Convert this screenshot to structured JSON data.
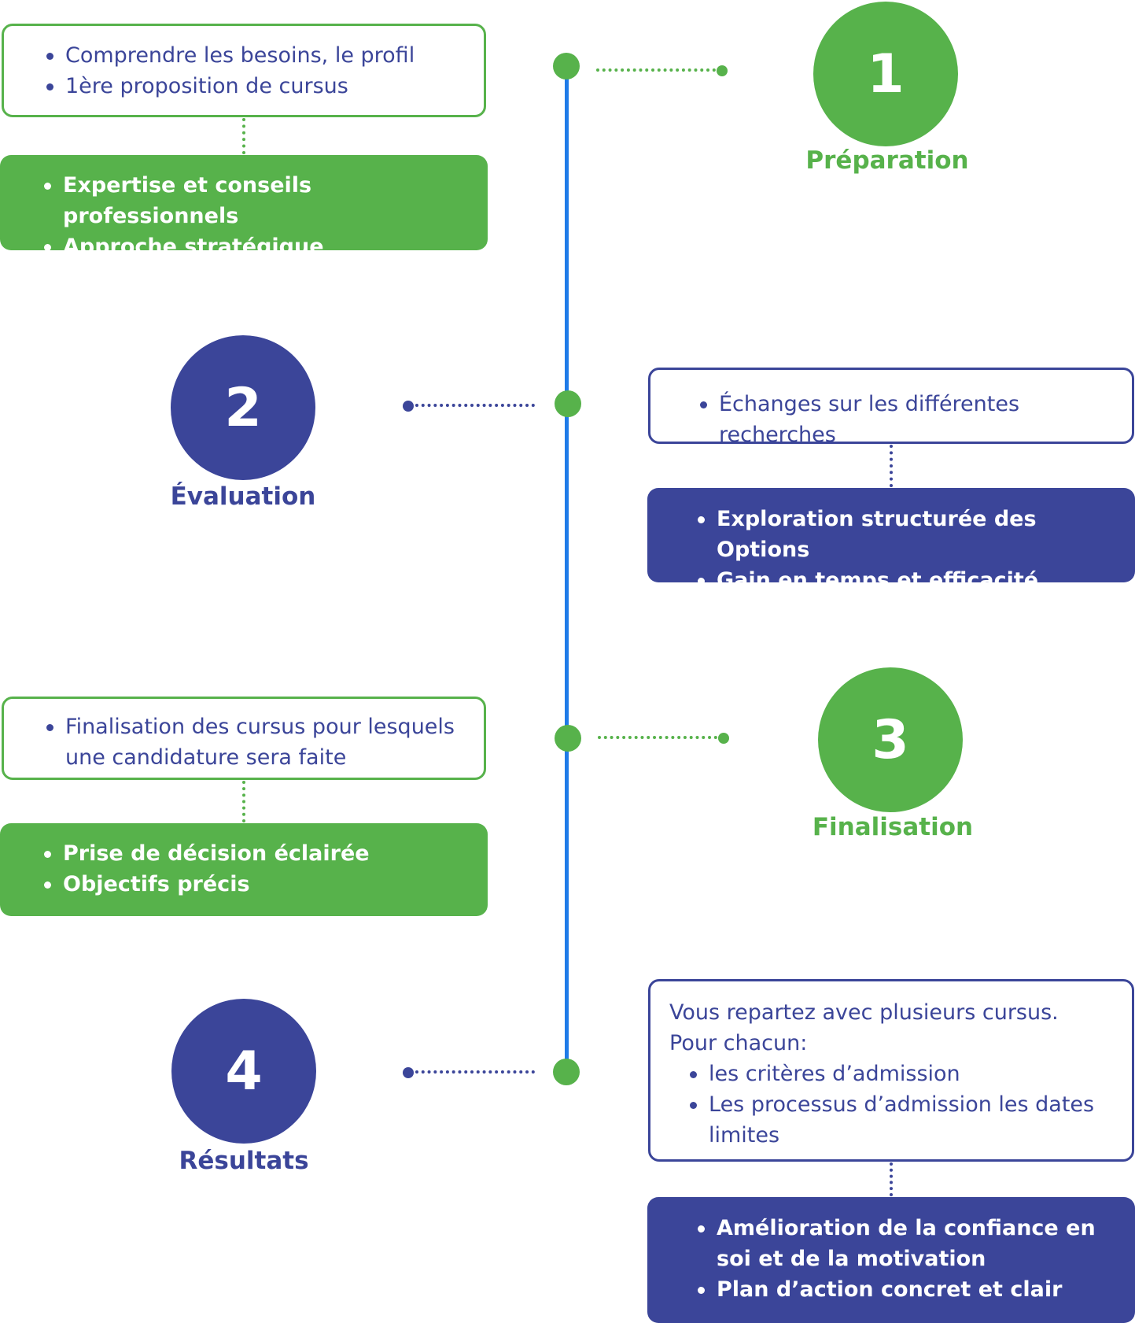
{
  "colors": {
    "green": "#57b24b",
    "blue": "#3b4599",
    "axis": "#1f7be8"
  },
  "steps": [
    {
      "number": "1",
      "title": "Préparation",
      "details": [
        "Comprendre les besoins, le profil",
        "1ère proposition de cursus"
      ],
      "benefits": [
        "Expertise et conseils professionnels",
        "Approche stratégique"
      ]
    },
    {
      "number": "2",
      "title": "Évaluation",
      "details": [
        "Échanges sur les différentes recherches"
      ],
      "benefits": [
        "Exploration structurée des Options",
        "Gain en temps et efficacité"
      ]
    },
    {
      "number": "3",
      "title": "Finalisation",
      "details": [
        "Finalisation des cursus pour lesquels une candidature sera faite"
      ],
      "benefits": [
        "Prise de décision éclairée",
        "Objectifs précis"
      ]
    },
    {
      "number": "4",
      "title": "Résultats",
      "intro": [
        "Vous repartez avec plusieurs cursus.",
        "Pour chacun:"
      ],
      "details": [
        "les critères d’admission",
        "Les processus d’admission les dates limites"
      ],
      "benefits": [
        "Amélioration de la confiance en soi et de la motivation",
        "Plan d’action concret et clair"
      ]
    }
  ]
}
